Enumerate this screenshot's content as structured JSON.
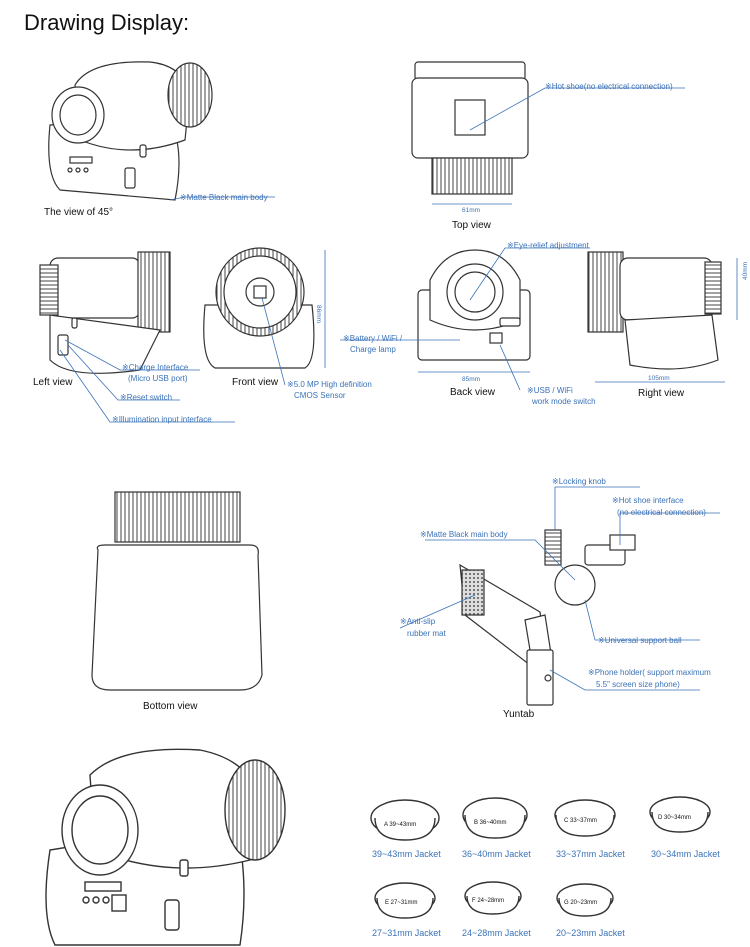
{
  "heading": "Drawing Display:",
  "views": {
    "view45": "The view of 45°",
    "top": "Top view",
    "left": "Left view",
    "front": "Front view",
    "back": "Back view",
    "right": "Right view",
    "bottom": "Bottom view",
    "yuntab": "Yuntab"
  },
  "callouts": {
    "matte_body": "※Matte Black main body",
    "hot_shoe": "※Hot shoe(no electrical connection)",
    "eye_relief": "※Eye-relief adjustment",
    "battery_1": "※Battery / WiFi /",
    "battery_2": "Charge lamp",
    "charge_1": "※Charge Interface",
    "charge_2": "(Micro USB port)",
    "reset": "※Reset switch",
    "illum": "※Illumination input  interface",
    "sensor_1": "※5.0 MP High definition",
    "sensor_2": "CMOS Sensor",
    "usb_1": "※USB / WiFi",
    "usb_2": "work mode switch",
    "locking": "※Locking knob",
    "hotshoe_if_1": "※Hot shoe interface",
    "hotshoe_if_2": "(no electrical connection)",
    "yun_matte": "※Matte Black main body",
    "antislip_1": "※Anti-slip",
    "antislip_2": "rubber mat",
    "ball": "※Universal support ball",
    "phone_1": "※Phone holder( support maximum",
    "phone_2": "5.5\" screen size phone)"
  },
  "dims": {
    "top_w": "61mm",
    "front_h": "86mm",
    "back_w": "85mm",
    "right_w": "105mm",
    "right_h": "40mm"
  },
  "jackets": [
    {
      "label": "39~43mm Jacket",
      "ring_text": "A  39~43mm"
    },
    {
      "label": "36~40mm Jacket",
      "ring_text": "B  36~40mm"
    },
    {
      "label": "33~37mm Jacket",
      "ring_text": "C  33~37mm"
    },
    {
      "label": "30~34mm Jacket",
      "ring_text": "D  30~34mm"
    },
    {
      "label": "27~31mm Jacket",
      "ring_text": "E  27~31mm"
    },
    {
      "label": "24~28mm Jacket",
      "ring_text": "F  24~28mm"
    },
    {
      "label": "20~23mm Jacket",
      "ring_text": "G  20~23mm"
    }
  ],
  "colors": {
    "accent": "#3a72b8",
    "line": "#333333"
  }
}
